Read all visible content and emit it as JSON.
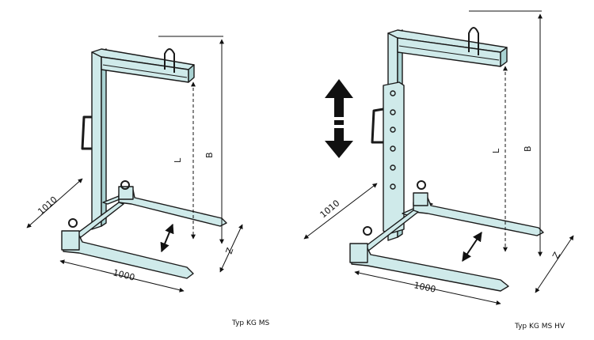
{
  "left_figure": {
    "dim_width": "1010",
    "dim_length": "1000",
    "dim_L": "L",
    "dim_B": "B",
    "dim_Z": "Z",
    "caption": "Typ KG MS"
  },
  "right_figure": {
    "dim_width": "1010",
    "dim_length": "1000",
    "dim_L": "L",
    "dim_B": "B",
    "dim_Z": "Z",
    "caption": "Typ KG MS HV"
  },
  "colors": {
    "frame_fill": "#cfeaea",
    "outline": "#1a1a1a",
    "arrow": "#111111"
  }
}
